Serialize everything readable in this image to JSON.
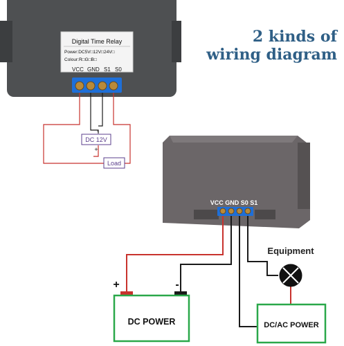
{
  "heading": {
    "line1": "2 kinds of",
    "line2": "wiring diagram"
  },
  "device_top": {
    "label_title": "Digital Time Relay",
    "power_row": "Power:DC5V□12V□24V□",
    "colour_row": "Colour:R□G□B□",
    "pins": [
      "VCC",
      "GND",
      "S1",
      "S0"
    ]
  },
  "top_wiring": {
    "minus_sign": "-",
    "plus_sign": "+",
    "supply_label": "DC 12V",
    "load_label": "Load"
  },
  "device_bottom": {
    "pins_label": "VCC GND S0 S1"
  },
  "bottom_wiring": {
    "plus_sign": "+",
    "minus_sign": "-",
    "dc_power_label": "DC POWER",
    "dcac_power_label": "DC/AC POWER",
    "equipment_label": "Equipment"
  },
  "colors": {
    "heading": "#2f5f86",
    "wire_red": "#c8322d",
    "wire_black": "#1a1a1a",
    "box_green": "#2aa84a",
    "terminal_blue": "#1e6fd8",
    "device_body": "#6b6668",
    "label_purple": "#5b3f8c"
  }
}
